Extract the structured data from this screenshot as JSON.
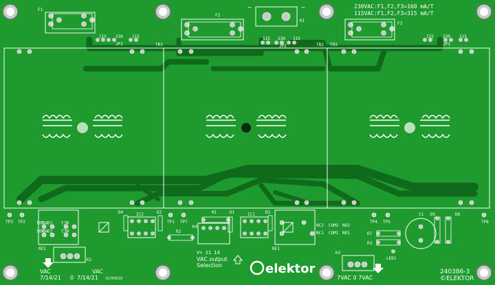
{
  "board": {
    "substrate_color": "#1e9a2e",
    "trace_color": "#0f6a1c",
    "silk_color": "#ffffff",
    "pad_color": "#c8ccc8",
    "brand": "elektor",
    "part_number": "240386-3",
    "copyright": "©ELEKTOR",
    "rating_230": "230VAC:F1,F2,F3=160  mA/T",
    "rating_115": "115VAC:F1,F2,F3=315  mA/T",
    "serial": "E1703510"
  },
  "labels": {
    "fuses": [
      "F1",
      "F2",
      "F3"
    ],
    "transformers": [
      "TR1",
      "TR2",
      "TR3"
    ],
    "jumpers": [
      "JP1",
      "JP2",
      "JP3"
    ],
    "jumper_opts": [
      "115",
      "230",
      "115"
    ],
    "k1": "K1",
    "k2": "K2",
    "k3": "K3",
    "test_points": [
      "TP3",
      "TP2",
      "TP1",
      "TP7",
      "TP4",
      "TP5",
      "TP6"
    ],
    "relays": [
      "RE2",
      "RE1"
    ],
    "ic": [
      "IC2",
      "IC1"
    ],
    "diodes": [
      "D4",
      "D2",
      "D1",
      "D3",
      "D5",
      "D6",
      "D7"
    ],
    "resistors": [
      "R1",
      "R2",
      "R3"
    ],
    "k4": "K4",
    "c1": "C1",
    "led": "LED1",
    "relay_contacts_left": [
      "NO1",
      "COM1",
      "NC1",
      "NO2",
      "COM2",
      "NC2"
    ],
    "relay_contacts_right": [
      "NC2",
      "COM2",
      "NO2",
      "NC1",
      "COM1",
      "NO1"
    ],
    "output_header": "V+ 21 14",
    "output_title": "VAC output",
    "output_sub": "Selection",
    "vac_left": "VAC",
    "vac_left_values": "7/14/21",
    "vac_center": "0",
    "vac_right": "VAC",
    "vac_right_values": "7/14/21",
    "vac_bottom_right": "7VAC 0 7VAC",
    "tilde": "~"
  }
}
